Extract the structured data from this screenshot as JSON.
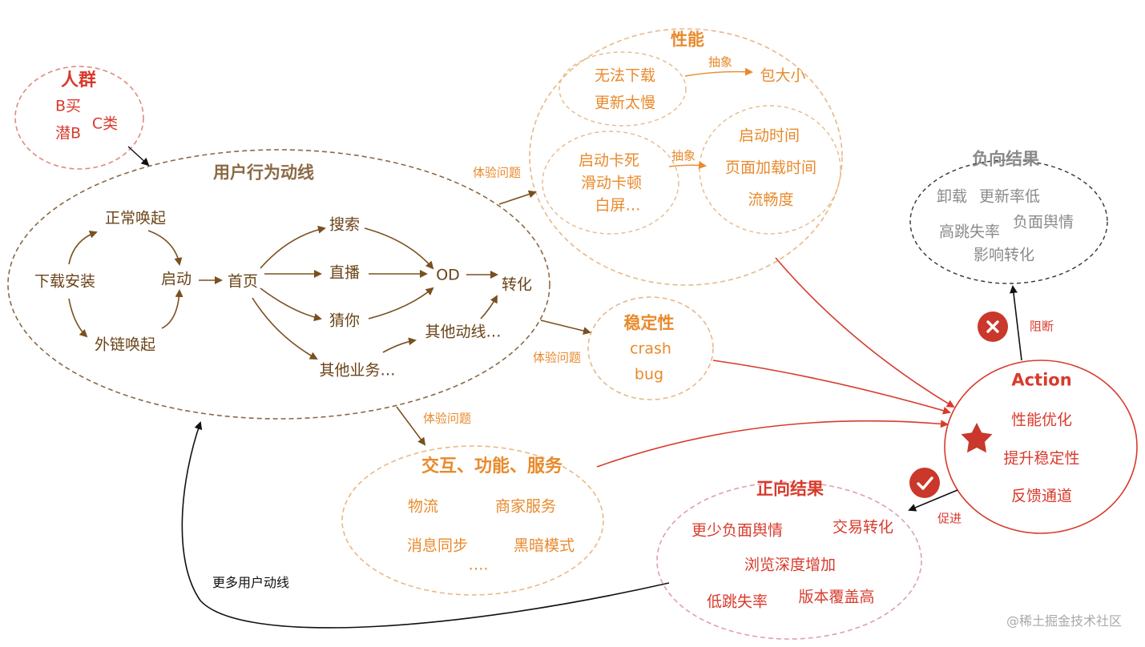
{
  "crowd": {
    "title": "人群",
    "b_buy": "B买",
    "c_class": "C类",
    "latent_b": "潜B"
  },
  "user_flow": {
    "title": "用户行为动线",
    "download_install": "下载安装",
    "normal_wake": "正常唤起",
    "external_wake": "外链唤起",
    "launch": "启动",
    "home": "首页",
    "search": "搜索",
    "live": "直播",
    "guess": "猜你",
    "other_business": "其他业务…",
    "od": "OD",
    "other_flows": "其他动线…",
    "conversion": "转化"
  },
  "performance": {
    "title": "性能",
    "download_fail": "无法下载",
    "update_slow": "更新太慢",
    "abstract_1": "抽象",
    "package_size": "包大小",
    "launch_freeze": "启动卡死",
    "scroll_lag": "滑动卡顿",
    "white_screen": "白屏…",
    "abstract_2": "抽象",
    "launch_time": "启动时间",
    "page_load_time": "页面加载时间",
    "fluency": "流畅度"
  },
  "stability": {
    "title": "稳定性",
    "crash": "crash",
    "bug": "bug"
  },
  "interaction": {
    "title": "交互、功能、服务",
    "logistics": "物流",
    "merchant_service": "商家服务",
    "message_sync": "消息同步",
    "dark_mode": "黑暗模式",
    "more": "…."
  },
  "negative": {
    "title": "负向结果",
    "uninstall": "卸载",
    "low_update_rate": "更新率低",
    "high_bounce": "高跳失率",
    "negative_opinion": "负面舆情",
    "affect_conversion": "影响转化"
  },
  "action": {
    "title": "Action",
    "perf_opt": "性能优化",
    "stability_up": "提升稳定性",
    "feedback": "反馈通道"
  },
  "positive": {
    "title": "正向结果",
    "less_negative": "更少负面舆情",
    "trade_conversion": "交易转化",
    "browse_depth": "浏览深度增加",
    "low_bounce": "低跳失率",
    "version_coverage": "版本覆盖高"
  },
  "edge_labels": {
    "exp_issue_perf": "体验问题",
    "exp_issue_stab": "体验问题",
    "exp_issue_inter": "体验问题",
    "block": "阻断",
    "promote": "促进",
    "more_flows": "更多用户动线"
  },
  "watermark": "@稀土掘金技术社区",
  "colors": {
    "red": "#d83a2c",
    "orange": "#e88a2c",
    "brown": "#6a4318",
    "grey": "#8a8a8a"
  }
}
